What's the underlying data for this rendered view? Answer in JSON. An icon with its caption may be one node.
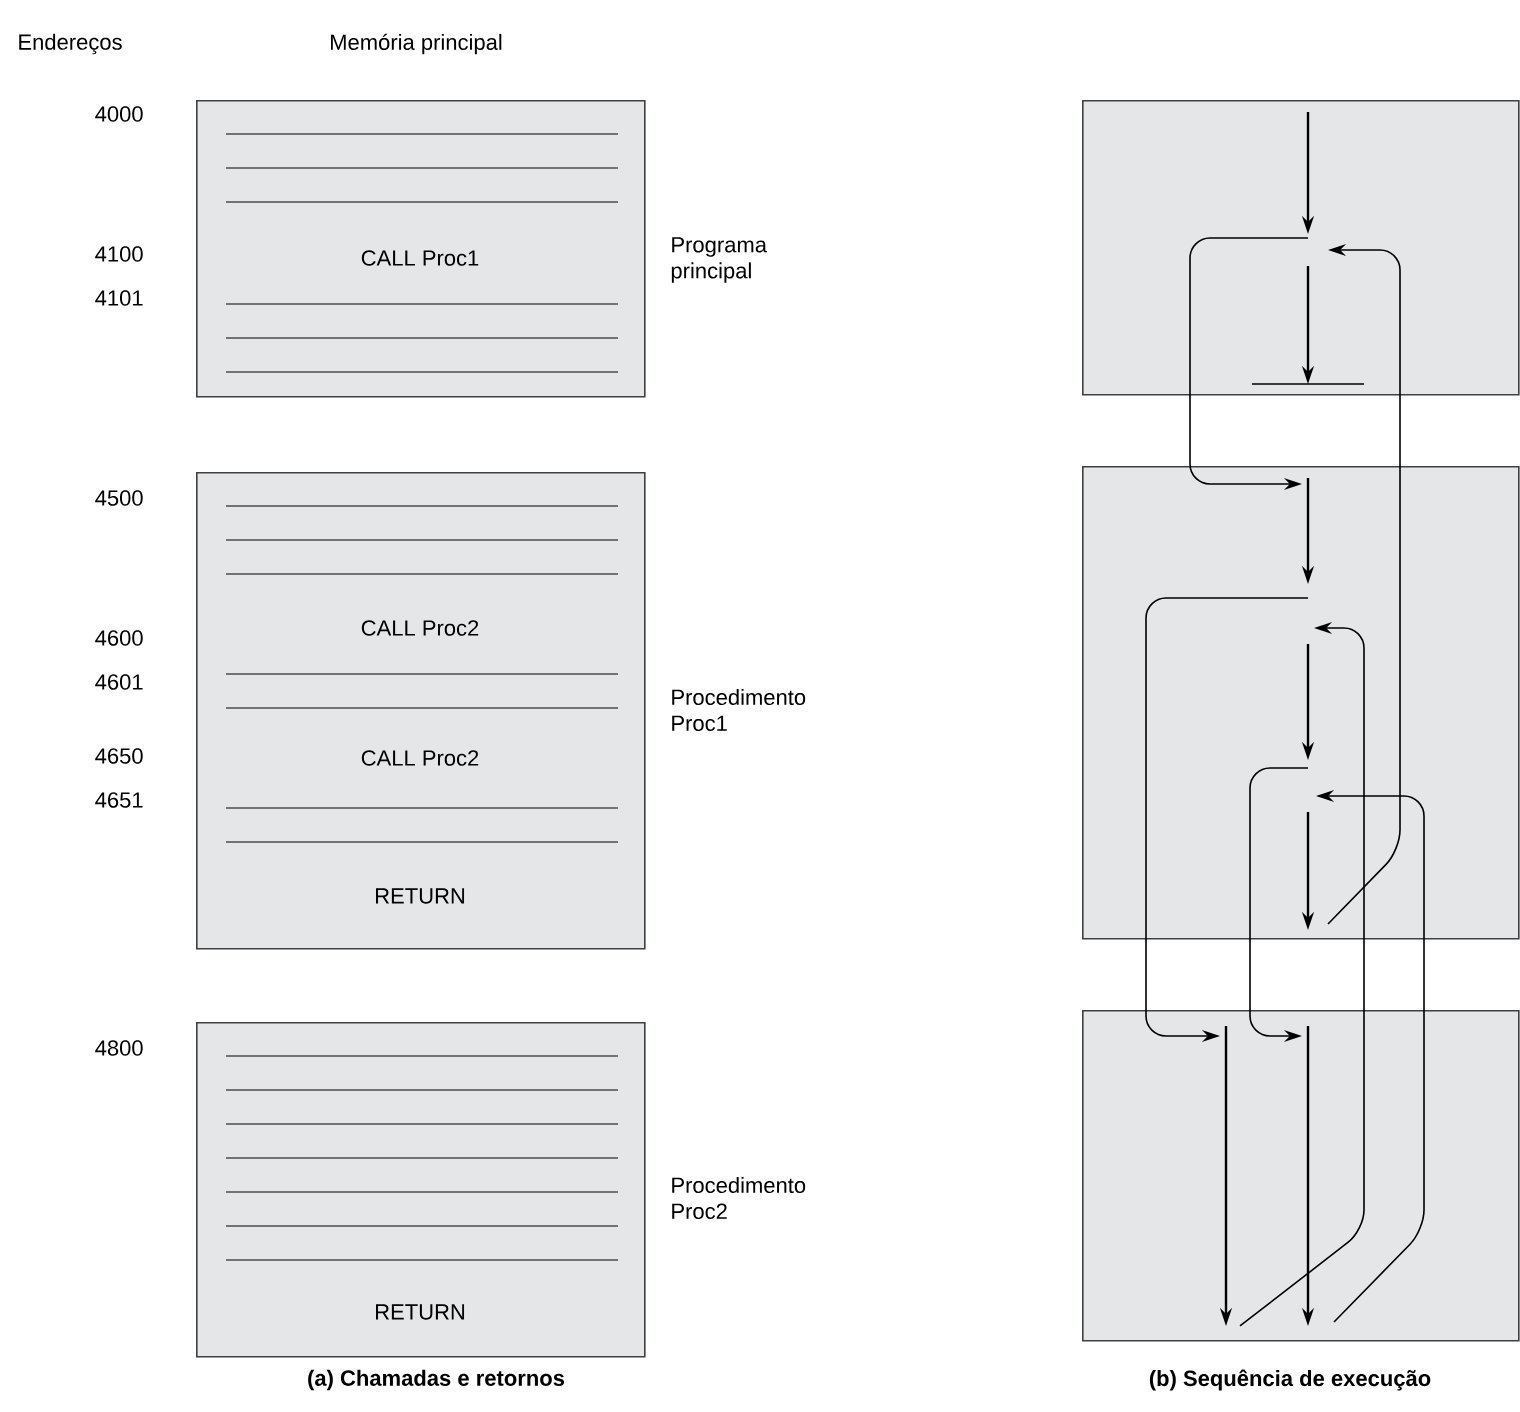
{
  "diagram": {
    "nodes": [
      {
        "text": [
          "CALL Proc1"
        ],
        "beside": [
          "Programa principal"
        ]
      },
      {
        "text": [
          "CALL Proc2",
          "CALL Proc2",
          "RETURN"
        ],
        "beside": [
          "Procedimento Proc1"
        ]
      },
      {
        "text": [
          "RETURN"
        ],
        "beside": [
          "Procedimento Proc2"
        ]
      },
      {
        "text": [],
        "shape": "box"
      },
      {
        "text": [],
        "shape": "box"
      },
      {
        "text": [],
        "shape": "box"
      }
    ],
    "edges": [
      {
        "from": 3,
        "to": 4,
        "arrow": "to"
      },
      {
        "from": 4,
        "to": 5,
        "arrow": "to"
      },
      {
        "from": 5,
        "to": 4,
        "arrow": "to"
      },
      {
        "from": 4,
        "to": 5,
        "arrow": "to"
      },
      {
        "from": 5,
        "to": 4,
        "arrow": "to"
      },
      {
        "from": 4,
        "to": 3,
        "arrow": "to"
      }
    ],
    "labels": [
      "Endereços",
      "Memória principal",
      "4000",
      "4100",
      "4101",
      "4500",
      "4600",
      "4601",
      "4650",
      "4651",
      "4800",
      "(a) Chamadas e retornos",
      "(b) Sequência de execução"
    ]
  }
}
